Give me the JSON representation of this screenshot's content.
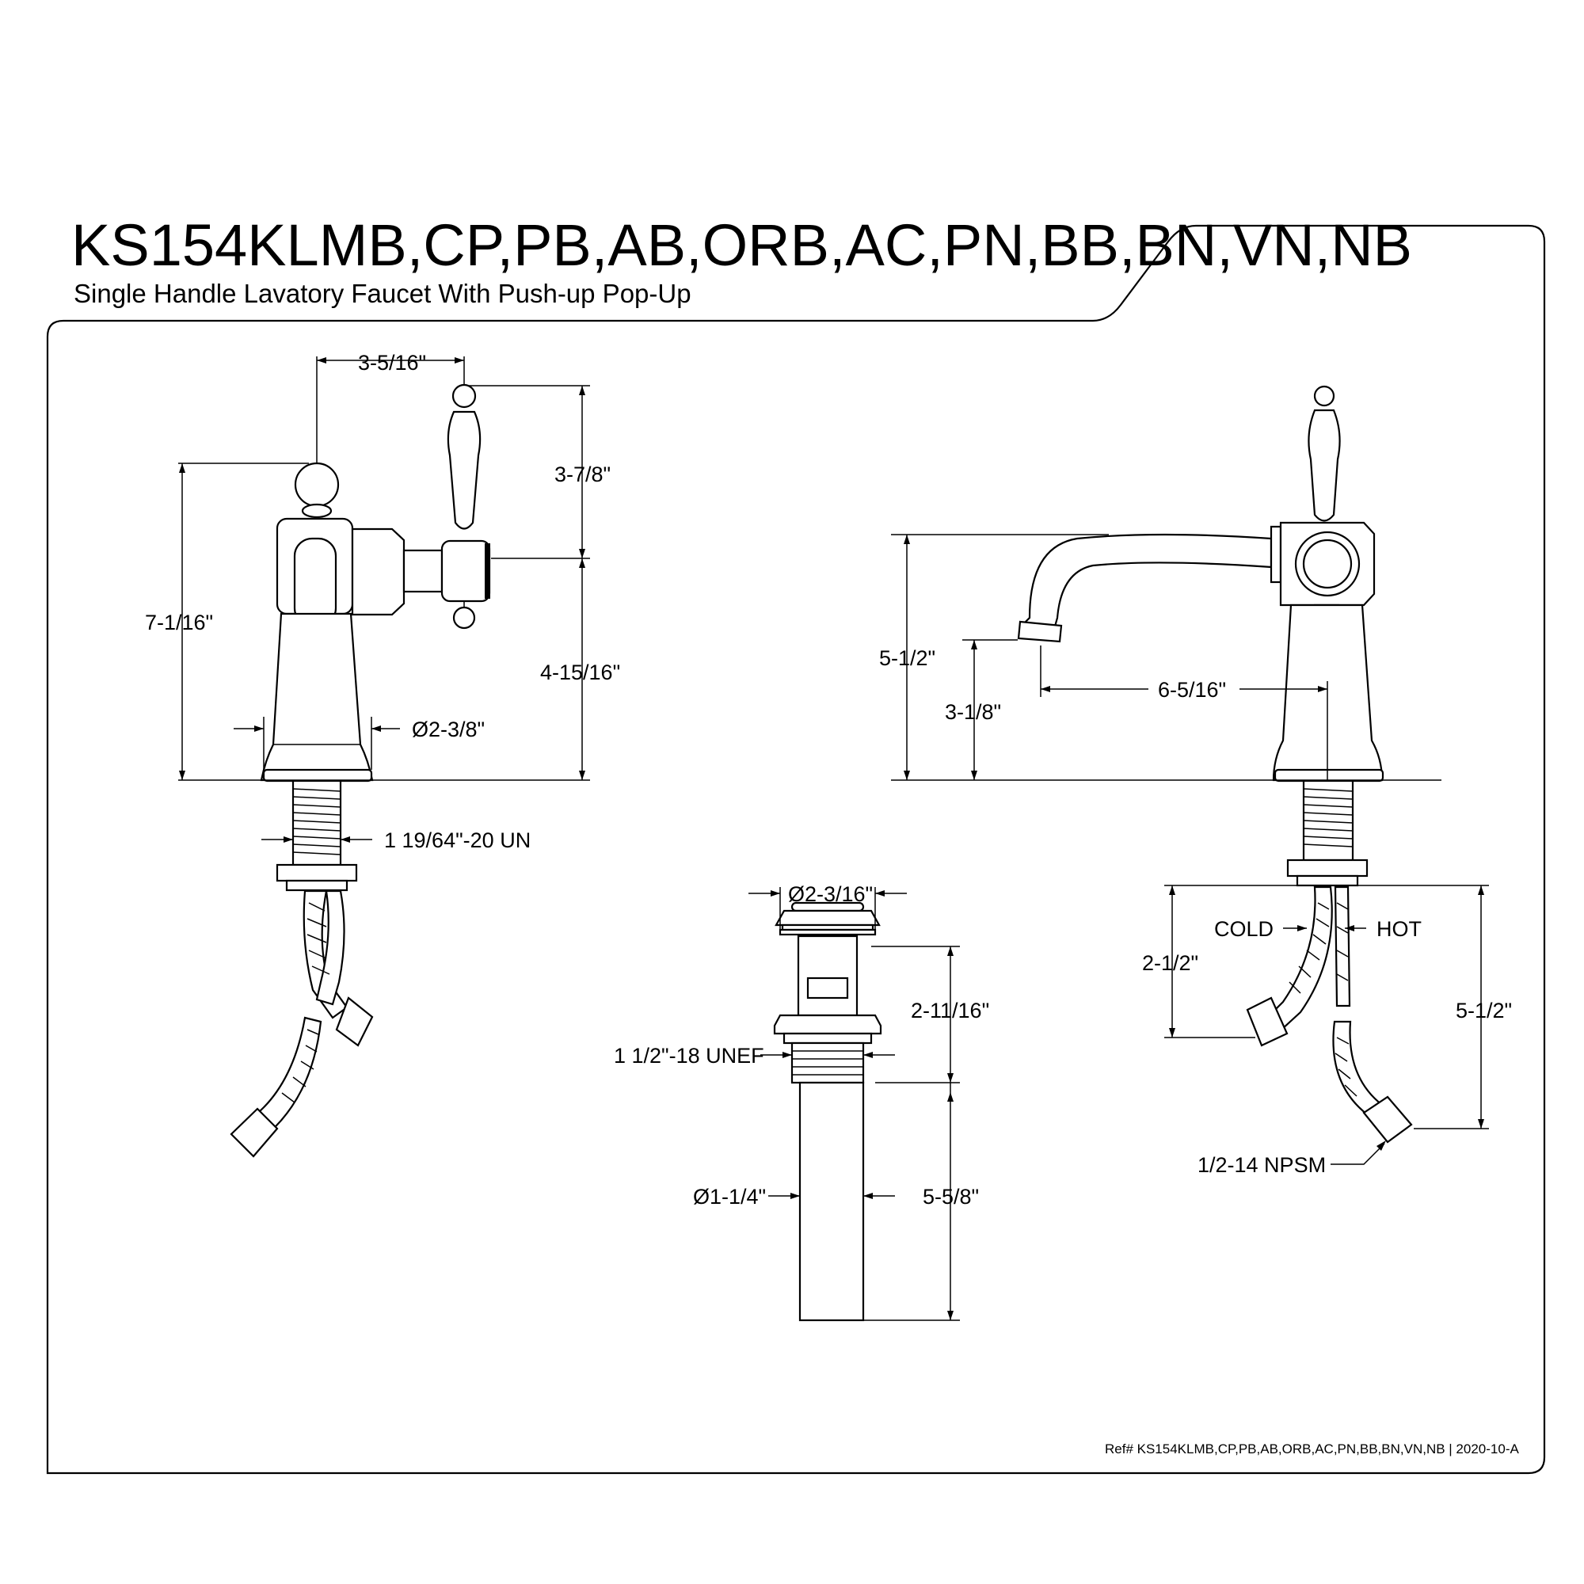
{
  "title": "KS154KLMB,CP,PB,AB,ORB,AC,PN,BB,BN,VN,NB",
  "subtitle": "Single Handle Lavatory Faucet With Push-up Pop-Up",
  "reference": "Ref# KS154KLMB,CP,PB,AB,ORB,AC,PN,BB,BN,VN,NB | 2020-10-A",
  "front_view": {
    "dim_handle_offset": "3-5/16\"",
    "dim_handle_height": "3-7/8\"",
    "dim_total_height": "7-1/16\"",
    "dim_body_height": "4-15/16\"",
    "dim_base_diameter": "Ø2-3/8\"",
    "dim_shank_thread": "1 19/64\"-20 UN"
  },
  "side_view": {
    "dim_spout_height": "5-1/2\"",
    "dim_spout_clearance": "3-1/8\"",
    "dim_spout_reach": "6-5/16\"",
    "label_cold": "COLD",
    "label_hot": "HOT",
    "dim_short_hose": "2-1/2\"",
    "dim_long_hose": "5-1/2\"",
    "dim_hose_thread": "1/2-14 NPSM"
  },
  "drain": {
    "dim_cap_diameter": "Ø2-3/16\"",
    "dim_body_height": "2-11/16\"",
    "dim_thread": "1 1/2\"-18 UNEF",
    "dim_tail_diameter": "Ø1-1/4\"",
    "dim_tail_length": "5-5/8\""
  }
}
